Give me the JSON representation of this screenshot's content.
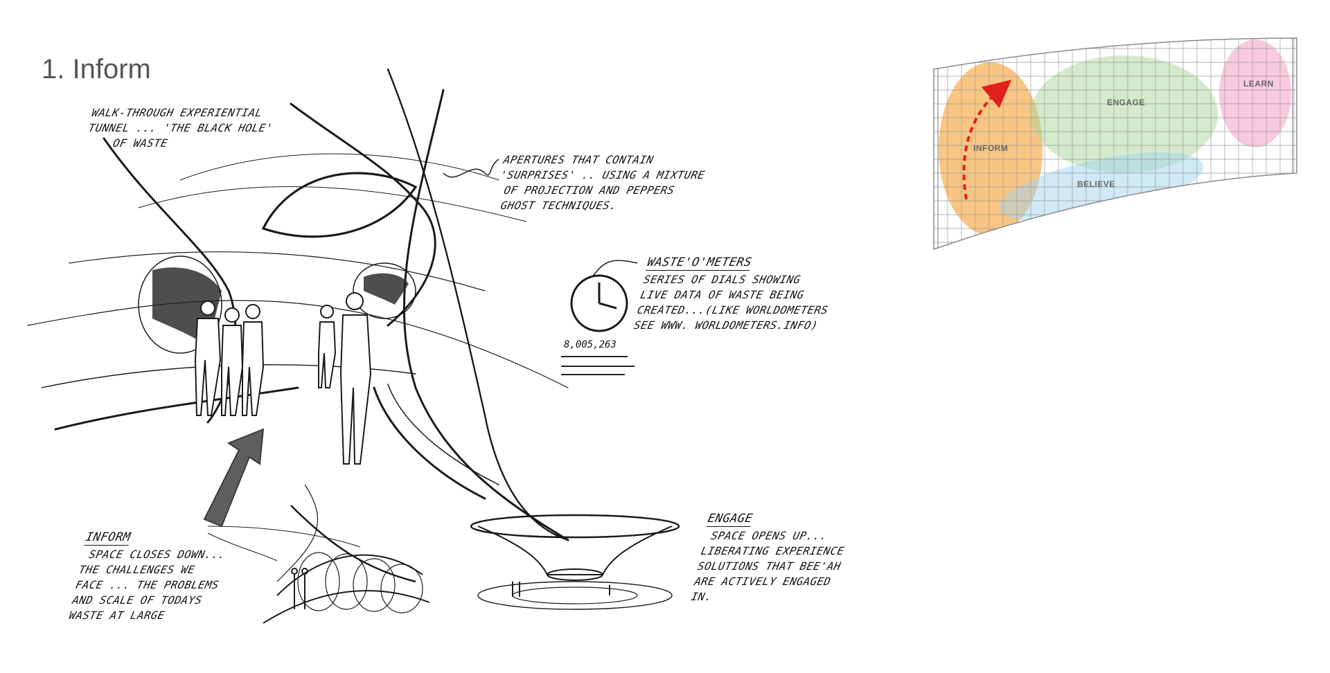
{
  "title": "1. Inform",
  "notes": {
    "tunnel": [
      "WALK-THROUGH EXPERIENTIAL",
      "TUNNEL ... 'THE BLACK HOLE'",
      "OF WASTE"
    ],
    "apertures": [
      "APERTURES THAT CONTAIN",
      "'SURPRISES' .. USING A MIXTURE",
      "OF PROJECTION AND PEPPERS",
      "GHOST TECHNIQUES."
    ],
    "wasteometers": {
      "heading": "WASTE'O'METERS",
      "lines": [
        "SERIES OF DIALS SHOWING",
        "LIVE DATA OF WASTE BEING",
        "CREATED...(LIKE WORLDOMETERS",
        "SEE WWW. WORLDOMETERS.INFO)"
      ],
      "counter": "8,005,263"
    },
    "inform": {
      "heading": "INFORM",
      "lines": [
        "SPACE CLOSES DOWN...",
        "THE CHALLENGES WE",
        "FACE ... THE PROBLEMS",
        "AND SCALE OF TODAYS",
        "WASTE AT LARGE"
      ]
    },
    "engage": {
      "heading": "ENGAGE",
      "lines": [
        "SPACE OPENS UP...",
        "LIBERATING EXPERIENCE",
        "SOLUTIONS THAT BEE'AH",
        "ARE ACTIVELY ENGAGED",
        "IN."
      ]
    }
  },
  "zone_map": {
    "zones": [
      {
        "label": "INFORM",
        "color": "#f5b25a"
      },
      {
        "label": "ENGAGE",
        "color": "#a8d89a"
      },
      {
        "label": "LEARN",
        "color": "#f3a6c8"
      },
      {
        "label": "BELIEVE",
        "color": "#9fd3f0"
      }
    ],
    "arrow_color": "#e0201c"
  }
}
